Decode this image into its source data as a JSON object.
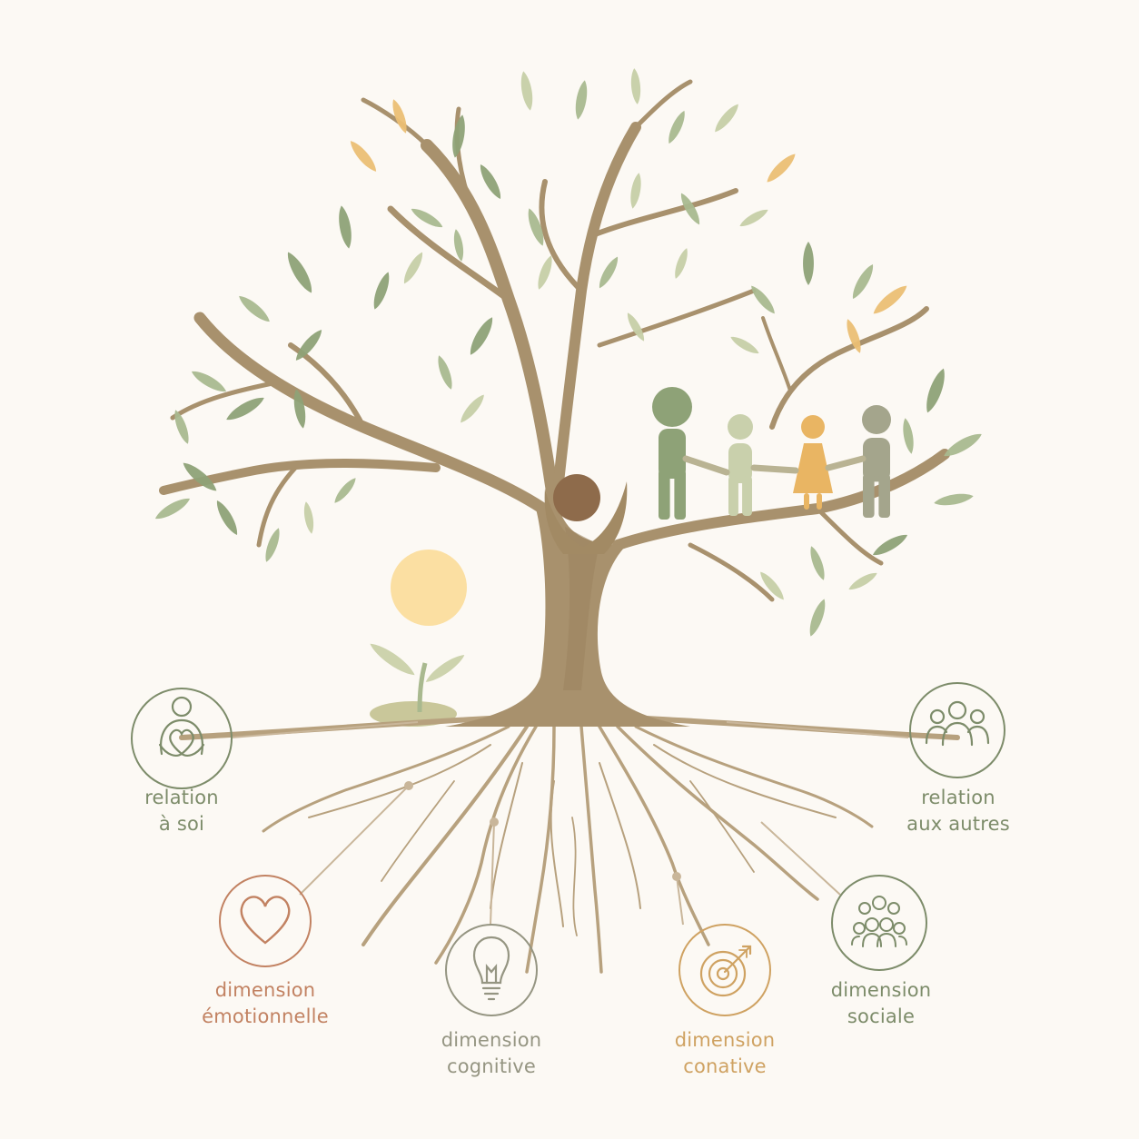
{
  "colors": {
    "background": "#fcf9f4",
    "trunk": "#a8916d",
    "root": "#b7a17e",
    "leaf_dark": "#8ea277",
    "leaf_mid": "#a9b98f",
    "leaf_light": "#c6cfa7",
    "leaf_orange": "#ebbf74",
    "sun": "#fbdfa2",
    "person_head": "#8e6b4b",
    "olive": "#7d8c6a",
    "terracotta": "#c28262",
    "gray_olive": "#959582",
    "gold": "#cfa262"
  },
  "nodes": [
    {
      "id": "relation-soi",
      "icon": "self-care-icon",
      "color": "#7d8c6a",
      "label_line1": "relation",
      "label_line2": "à soi"
    },
    {
      "id": "relation-autres",
      "icon": "group-icon",
      "color": "#7d8c6a",
      "label_line1": "relation",
      "label_line2": "aux autres"
    },
    {
      "id": "emotionnelle",
      "icon": "heart-icon",
      "color": "#c28262",
      "label_line1": "dimension",
      "label_line2": "émotionnelle"
    },
    {
      "id": "cognitive",
      "icon": "lightbulb-icon",
      "color": "#959582",
      "label_line1": "dimension",
      "label_line2": "cognitive"
    },
    {
      "id": "conative",
      "icon": "target-icon",
      "color": "#cfa262",
      "label_line1": "dimension",
      "label_line2": "conative"
    },
    {
      "id": "sociale",
      "icon": "crowd-icon",
      "color": "#7d8c6a",
      "label_line1": "dimension",
      "label_line2": "sociale"
    }
  ],
  "figures": [
    {
      "name": "figure-green",
      "color": "#8ea277"
    },
    {
      "name": "figure-pale",
      "color": "#c9d0ac"
    },
    {
      "name": "figure-orange",
      "color": "#e9b563"
    },
    {
      "name": "figure-gray",
      "color": "#a4a58c"
    }
  ]
}
